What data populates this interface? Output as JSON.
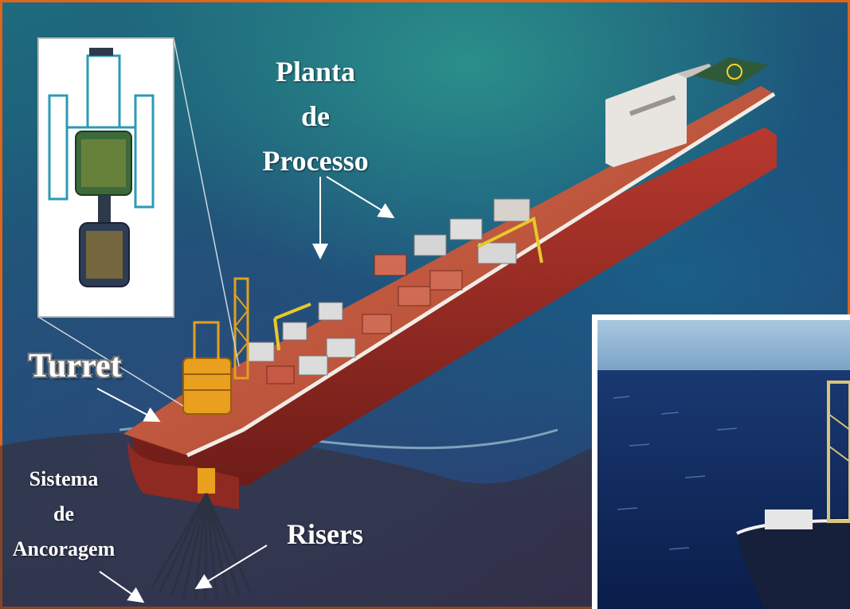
{
  "colors": {
    "frame_border": "#e0651c",
    "label_text": "#ffffff",
    "hull_red": "#a8322a",
    "deck_orange": "#c8553d",
    "turret_yellow": "#e8a01e"
  },
  "labels": {
    "planta": [
      "Planta",
      "de",
      "Processo"
    ],
    "turret": "Turret",
    "sistema": [
      "Sistema",
      "de",
      "Ancoragem"
    ],
    "risers": "Risers"
  },
  "icons": {
    "helideck": "helipad-icon",
    "turret_detail": "turret-structure-icon"
  }
}
